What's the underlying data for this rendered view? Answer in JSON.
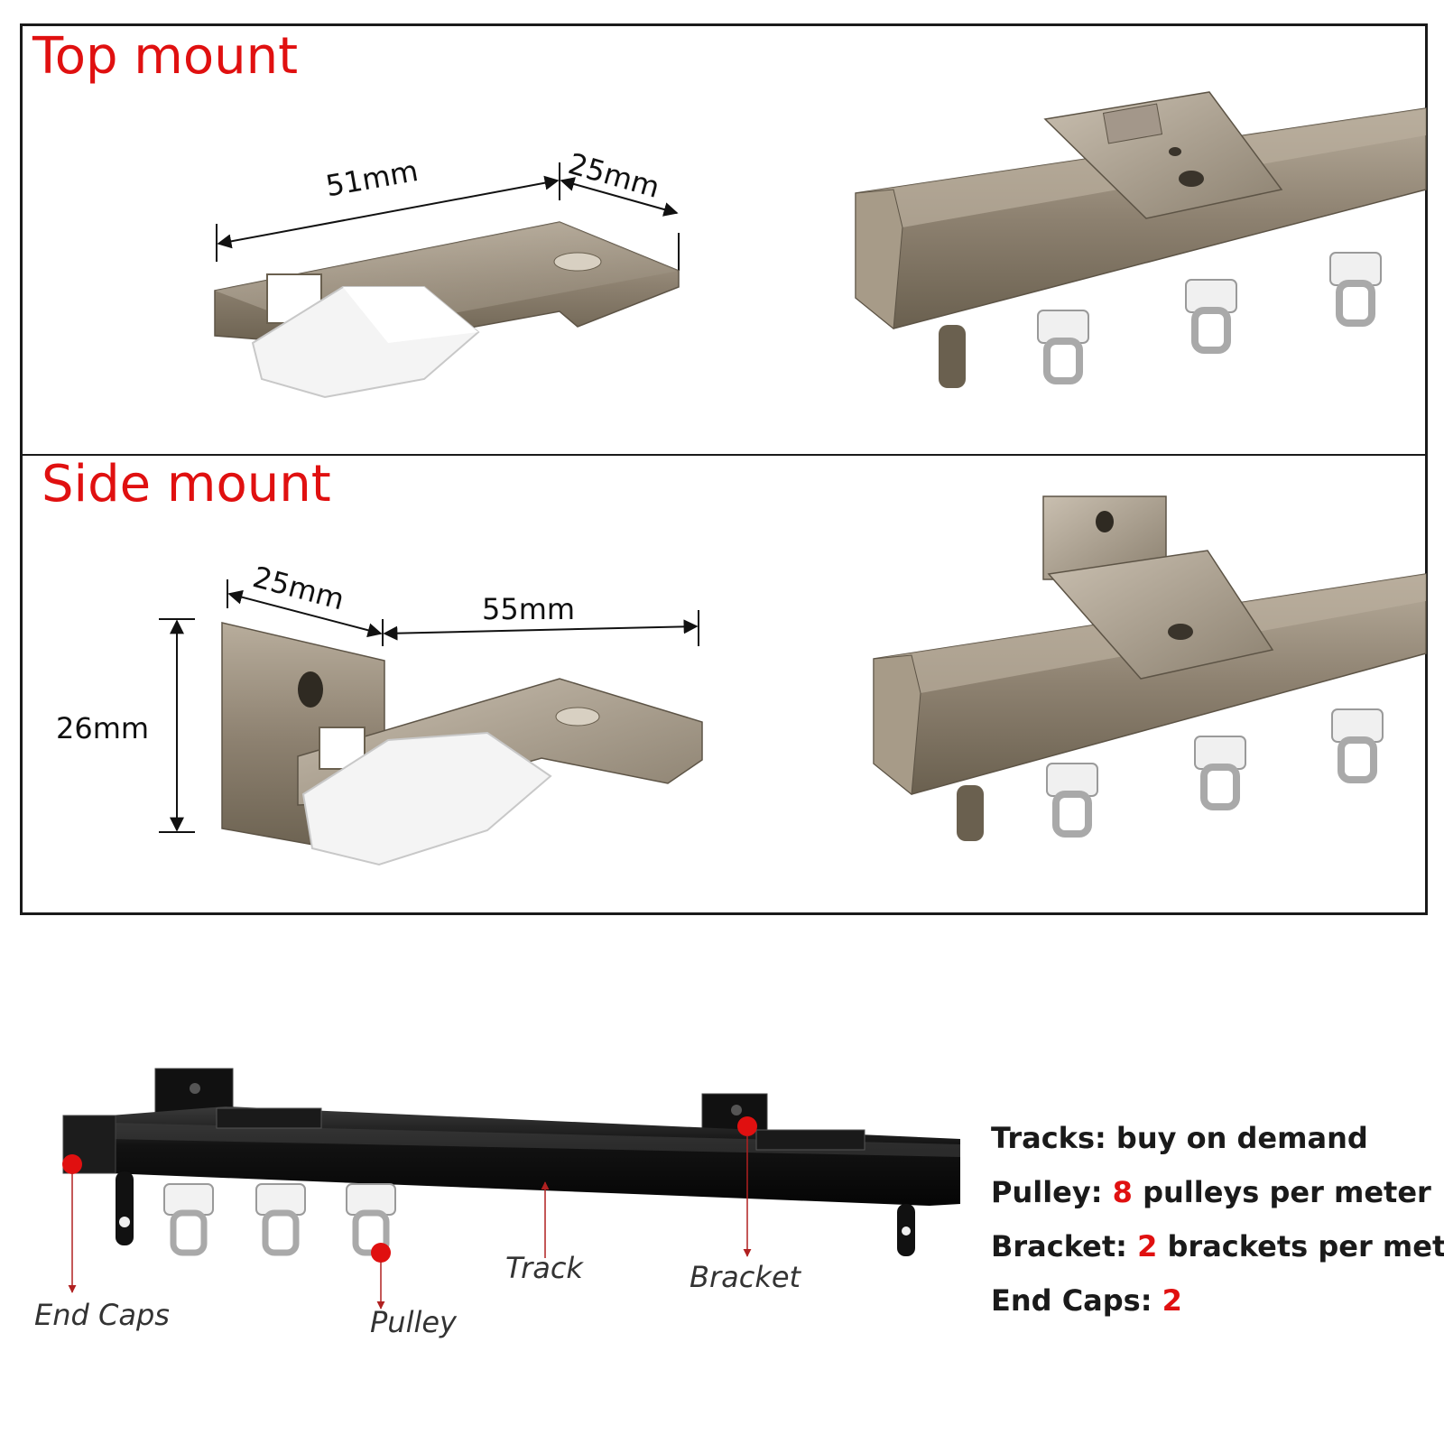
{
  "colors": {
    "accent": "#e01010",
    "track_metal": "#8f8270",
    "track_black": "#111111",
    "pulley": "#f2f2f2"
  },
  "top_mount": {
    "title": "Top mount",
    "dims": {
      "length": "51mm",
      "depth": "25mm"
    }
  },
  "side_mount": {
    "title": "Side mount",
    "dims": {
      "depth": "25mm",
      "length": "55mm",
      "height": "26mm"
    }
  },
  "callouts": {
    "end_caps": "End Caps",
    "pulley": "Pulley",
    "track": "Track",
    "bracket": "Bracket"
  },
  "specs": [
    {
      "label": "Tracks: ",
      "value": "",
      "rest": "buy on demand"
    },
    {
      "label": "Pulley: ",
      "value": "8",
      "rest": " pulleys per meter"
    },
    {
      "label": "Bracket: ",
      "value": "2",
      "rest": " brackets per meter"
    },
    {
      "label": "End Caps: ",
      "value": "2",
      "rest": ""
    }
  ]
}
